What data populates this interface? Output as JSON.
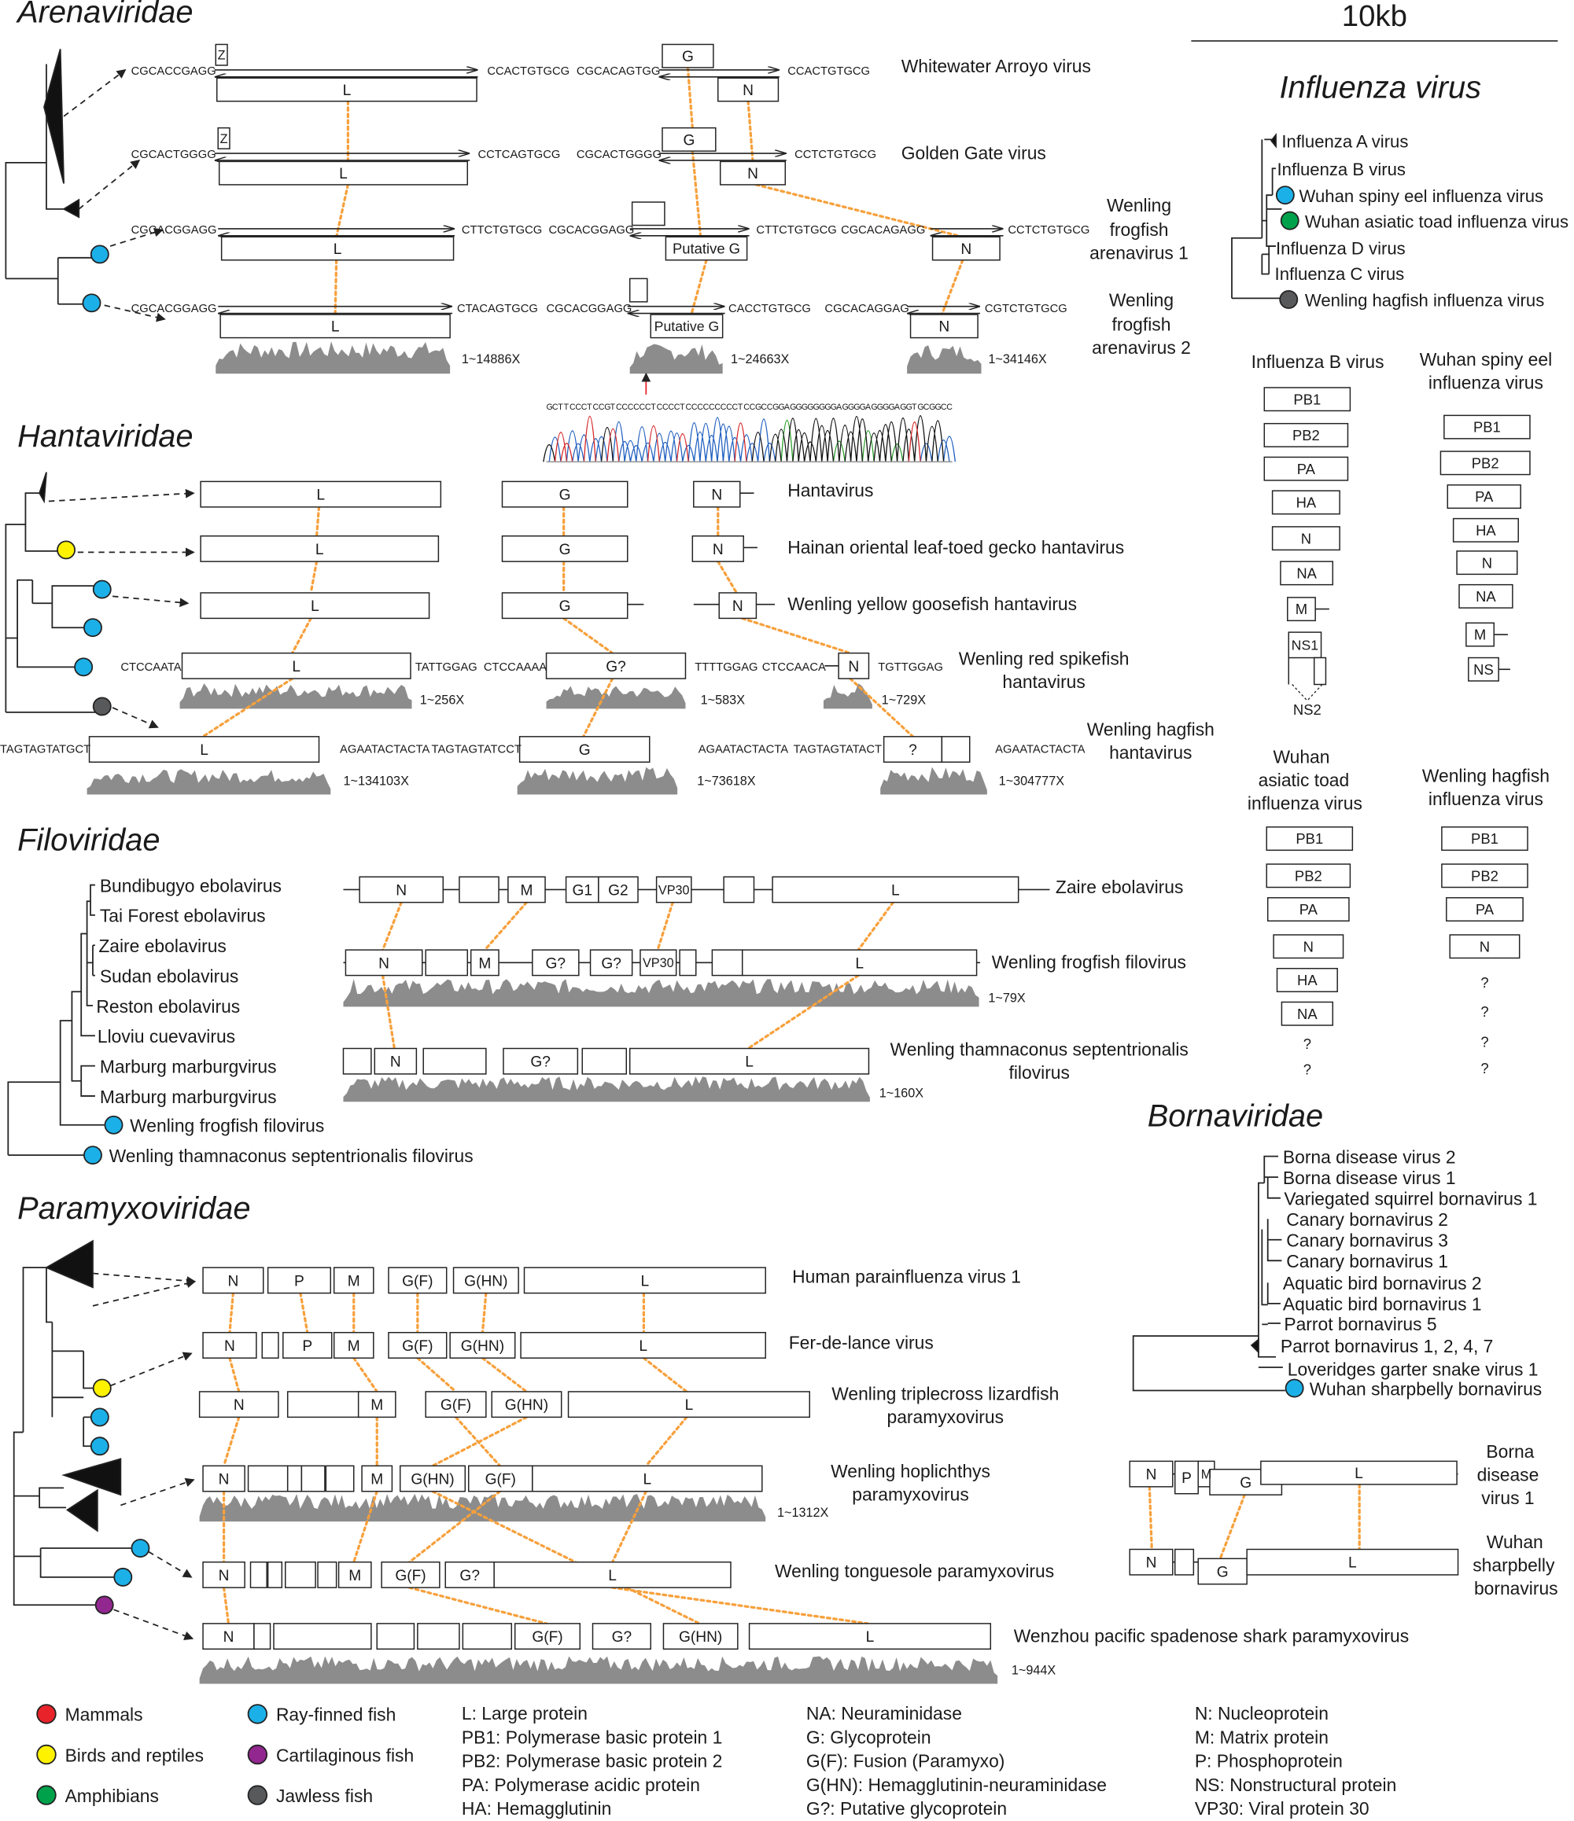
{
  "scale_bar": "10kb",
  "colors": {
    "mammals": "#e8232a",
    "birds_reptiles": "#fff200",
    "amphibians": "#00a14b",
    "ray_finned": "#1cb0e8",
    "cartilaginous": "#92278f",
    "jawless": "#58595b",
    "dotted": "#f7a03c",
    "coverage": "#8c8c8c"
  },
  "arena": {
    "title": "Arenaviridae",
    "wwa": {
      "name": "Whitewater Arroyo virus",
      "l5": "CGCACCGAGG",
      "l3": "CCACTGTGCG",
      "s5": "CGCACAGTGG",
      "s3": "CCACTGTGCG",
      "z": "Z",
      "l": "L",
      "g": "G",
      "n": "N"
    },
    "gg": {
      "name": "Golden Gate virus",
      "l5": "CGCACTGGGG",
      "l3": "CCTCAGTGCG",
      "s5": "CGCACTGGGG",
      "s3": "CCTCTGTGCG",
      "z": "Z",
      "l": "L",
      "g": "G",
      "n": "N"
    },
    "wf1": {
      "name1": "Wenling",
      "name2": "frogfish",
      "name3": "arenavirus 1",
      "l5": "CGCACGGAGG",
      "l3": "CTTCTGTGCG",
      "s5": "CGCACGGAGG",
      "s3": "CTTCTGTGCG",
      "m5": "CGCACAGAGG",
      "m3": "CCTCTGTGCG",
      "l": "L",
      "g": "Putative G",
      "n": "N"
    },
    "wf2": {
      "name1": "Wenling",
      "name2": "frogfish",
      "name3": "arenavirus 2",
      "l5": "CGCACGGAGG",
      "l3": "CTACAGTGCG",
      "s5": "CGCACGGAGG",
      "s3": "CACCTGTGCG",
      "m5": "CGCACAGGAG",
      "m3": "CGTCTGTGCG",
      "l": "L",
      "g": "Putative G",
      "n": "N"
    },
    "cov": [
      "1~14886X",
      "1~24663X",
      "1~34146X"
    ],
    "chromatogram_seq": "GCTTCCCTCCGTCCCCCCTCCCCTCCCCCCCCCTCCGCCGGAGGGGGGGGAGGGGAGGGGAGGTGCGGCC"
  },
  "hanta": {
    "title": "Hantaviridae",
    "rows": [
      {
        "name": "Hantavirus",
        "l": "L",
        "g": "G",
        "n": "N"
      },
      {
        "name": "Hainan oriental leaf-toed gecko hantavirus",
        "l": "L",
        "g": "G",
        "n": "N"
      },
      {
        "name": "Wenling yellow goosefish hantavirus",
        "l": "L",
        "g": "G",
        "n": "N"
      },
      {
        "name1": "Wenling red spikefish",
        "name2": "hantavirus",
        "l": "L",
        "g": "G?",
        "n": "N",
        "t1": "CTCCAATA",
        "t2": "TATTGGAG",
        "t3": "CTCCAAAA",
        "t4": "TTTTGGAG",
        "t5": "CTCCAACA",
        "t6": "TGTTGGAG",
        "c1": "1~256X",
        "c2": "1~583X",
        "c3": "1~729X"
      },
      {
        "name1": "Wenling hagfish",
        "name2": "hantavirus",
        "l": "L",
        "g": "G",
        "n": "?",
        "t1": "TAGTAGTATGCT",
        "t2": "AGAATACTACTA",
        "t3": "TAGTAGTATCCT",
        "t4": "AGAATACTACTA",
        "t5": "TAGTAGTATACT",
        "t6": "AGAATACTACTA",
        "c1": "1~134103X",
        "c2": "1~73618X",
        "c3": "1~304777X"
      }
    ]
  },
  "filo": {
    "title": "Filoviridae",
    "tree": [
      "Bundibugyo ebolavirus",
      "Tai Forest ebolavirus",
      "Zaire ebolavirus",
      "Sudan ebolavirus",
      "Reston ebolavirus",
      "Lloviu cuevavirus",
      "Marburg marburgvirus",
      "Marburg marburgvirus",
      "Wenling frogfish filovirus",
      "Wenling thamnaconus septentrionalis filovirus"
    ],
    "zaire": {
      "name": "Zaire ebolavirus",
      "g": [
        "N",
        "M",
        "G1",
        "G2",
        "VP30",
        "L"
      ]
    },
    "frog": {
      "name": "Wenling frogfish filovirus",
      "g": [
        "N",
        "M",
        "G?",
        "G?",
        "VP30",
        "L"
      ],
      "cov": "1~79X"
    },
    "tham": {
      "name1": "Wenling thamnaconus septentrionalis",
      "name2": "filovirus",
      "g": [
        "N",
        "G?",
        "L"
      ],
      "cov": "1~160X"
    }
  },
  "para": {
    "title": "Paramyxoviridae",
    "rows": [
      {
        "name": "Human parainfluenza virus 1",
        "g": [
          "N",
          "P",
          "M",
          "G(F)",
          "G(HN)",
          "L"
        ]
      },
      {
        "name": "Fer-de-lance virus",
        "g": [
          "N",
          "P",
          "M",
          "G(F)",
          "G(HN)",
          "L"
        ]
      },
      {
        "name1": "Wenling triplecross lizardfish",
        "name2": "paramyxovirus",
        "g": [
          "N",
          "M",
          "G(F)",
          "G(HN)",
          "L"
        ]
      },
      {
        "name1": "Wenling hoplichthys",
        "name2": "paramyxovirus",
        "g": [
          "N",
          "M",
          "G(HN)",
          "G(F)",
          "L"
        ],
        "cov": "1~1312X"
      },
      {
        "name": "Wenling tonguesole paramyxovirus",
        "g": [
          "N",
          "M",
          "G(F)",
          "G?",
          "L"
        ]
      },
      {
        "name": "Wenzhou pacific spadenose shark paramyxovirus",
        "g": [
          "N",
          "G(F)",
          "G?",
          "G(HN)",
          "L"
        ],
        "cov": "1~944X"
      }
    ]
  },
  "influ": {
    "title": "Influenza virus",
    "tree": [
      "Influenza A virus",
      "Influenza B virus",
      "Wuhan spiny eel influenza virus",
      "Wuhan asiatic toad influenza virus",
      "Influenza D virus",
      "Influenza C virus",
      "Wenling hagfish influenza virus"
    ],
    "ib": {
      "title": "Influenza B virus",
      "segs": [
        "PB1",
        "PB2",
        "PA",
        "HA",
        "N",
        "NA",
        "M",
        "NS1",
        "NS2"
      ]
    },
    "wse": {
      "title1": "Wuhan spiny eel",
      "title2": "influenza virus",
      "segs": [
        "PB1",
        "PB2",
        "PA",
        "HA",
        "N",
        "NA",
        "M",
        "NS"
      ]
    },
    "wat": {
      "title1": "Wuhan",
      "title2": "asiatic toad",
      "title3": "influenza virus",
      "segs": [
        "PB1",
        "PB2",
        "PA",
        "N",
        "HA",
        "NA"
      ],
      "q": "?"
    },
    "whi": {
      "title1": "Wenling hagfish",
      "title2": "influenza virus",
      "segs": [
        "PB1",
        "PB2",
        "PA",
        "N"
      ],
      "q": "?"
    }
  },
  "borna": {
    "title": "Bornaviridae",
    "tree": [
      "Borna disease virus 2",
      "Borna disease virus 1",
      "Variegated squirrel bornavirus 1",
      "Canary bornavirus 2",
      "Canary bornavirus 3",
      "Canary bornavirus 1",
      "Aquatic bird bornavirus 2",
      "Aquatic bird bornavirus 1",
      "Parrot bornavirus 5",
      "Parrot bornavirus 1, 2, 4, 7",
      "Loveridges garter snake virus 1",
      "Wuhan sharpbelly bornavirus"
    ],
    "bdv": {
      "name1": "Borna",
      "name2": "disease",
      "name3": "virus 1",
      "g": [
        "N",
        "P",
        "M",
        "G",
        "L"
      ]
    },
    "wsb": {
      "name1": "Wuhan",
      "name2": "sharpbelly",
      "name3": "bornavirus",
      "g": [
        "N",
        "G",
        "L"
      ]
    }
  },
  "legend": {
    "hosts": [
      "Mammals",
      "Birds and reptiles",
      "Amphibians",
      "Ray-finned fish",
      "Cartilaginous fish",
      "Jawless fish"
    ],
    "abbr1": [
      "L: Large protein",
      "PB1: Polymerase basic protein 1",
      "PB2: Polymerase basic protein 2",
      "PA: Polymerase acidic protein",
      "HA: Hemagglutinin"
    ],
    "abbr2": [
      "NA: Neuraminidase",
      "G: Glycoprotein",
      "G(F): Fusion (Paramyxo)",
      "G(HN): Hemagglutinin-neuraminidase",
      "G?: Putative glycoprotein"
    ],
    "abbr3": [
      "N: Nucleoprotein",
      "M: Matrix protein",
      "P: Phosphoprotein",
      "NS: Nonstructural protein",
      "VP30: Viral protein 30"
    ]
  }
}
